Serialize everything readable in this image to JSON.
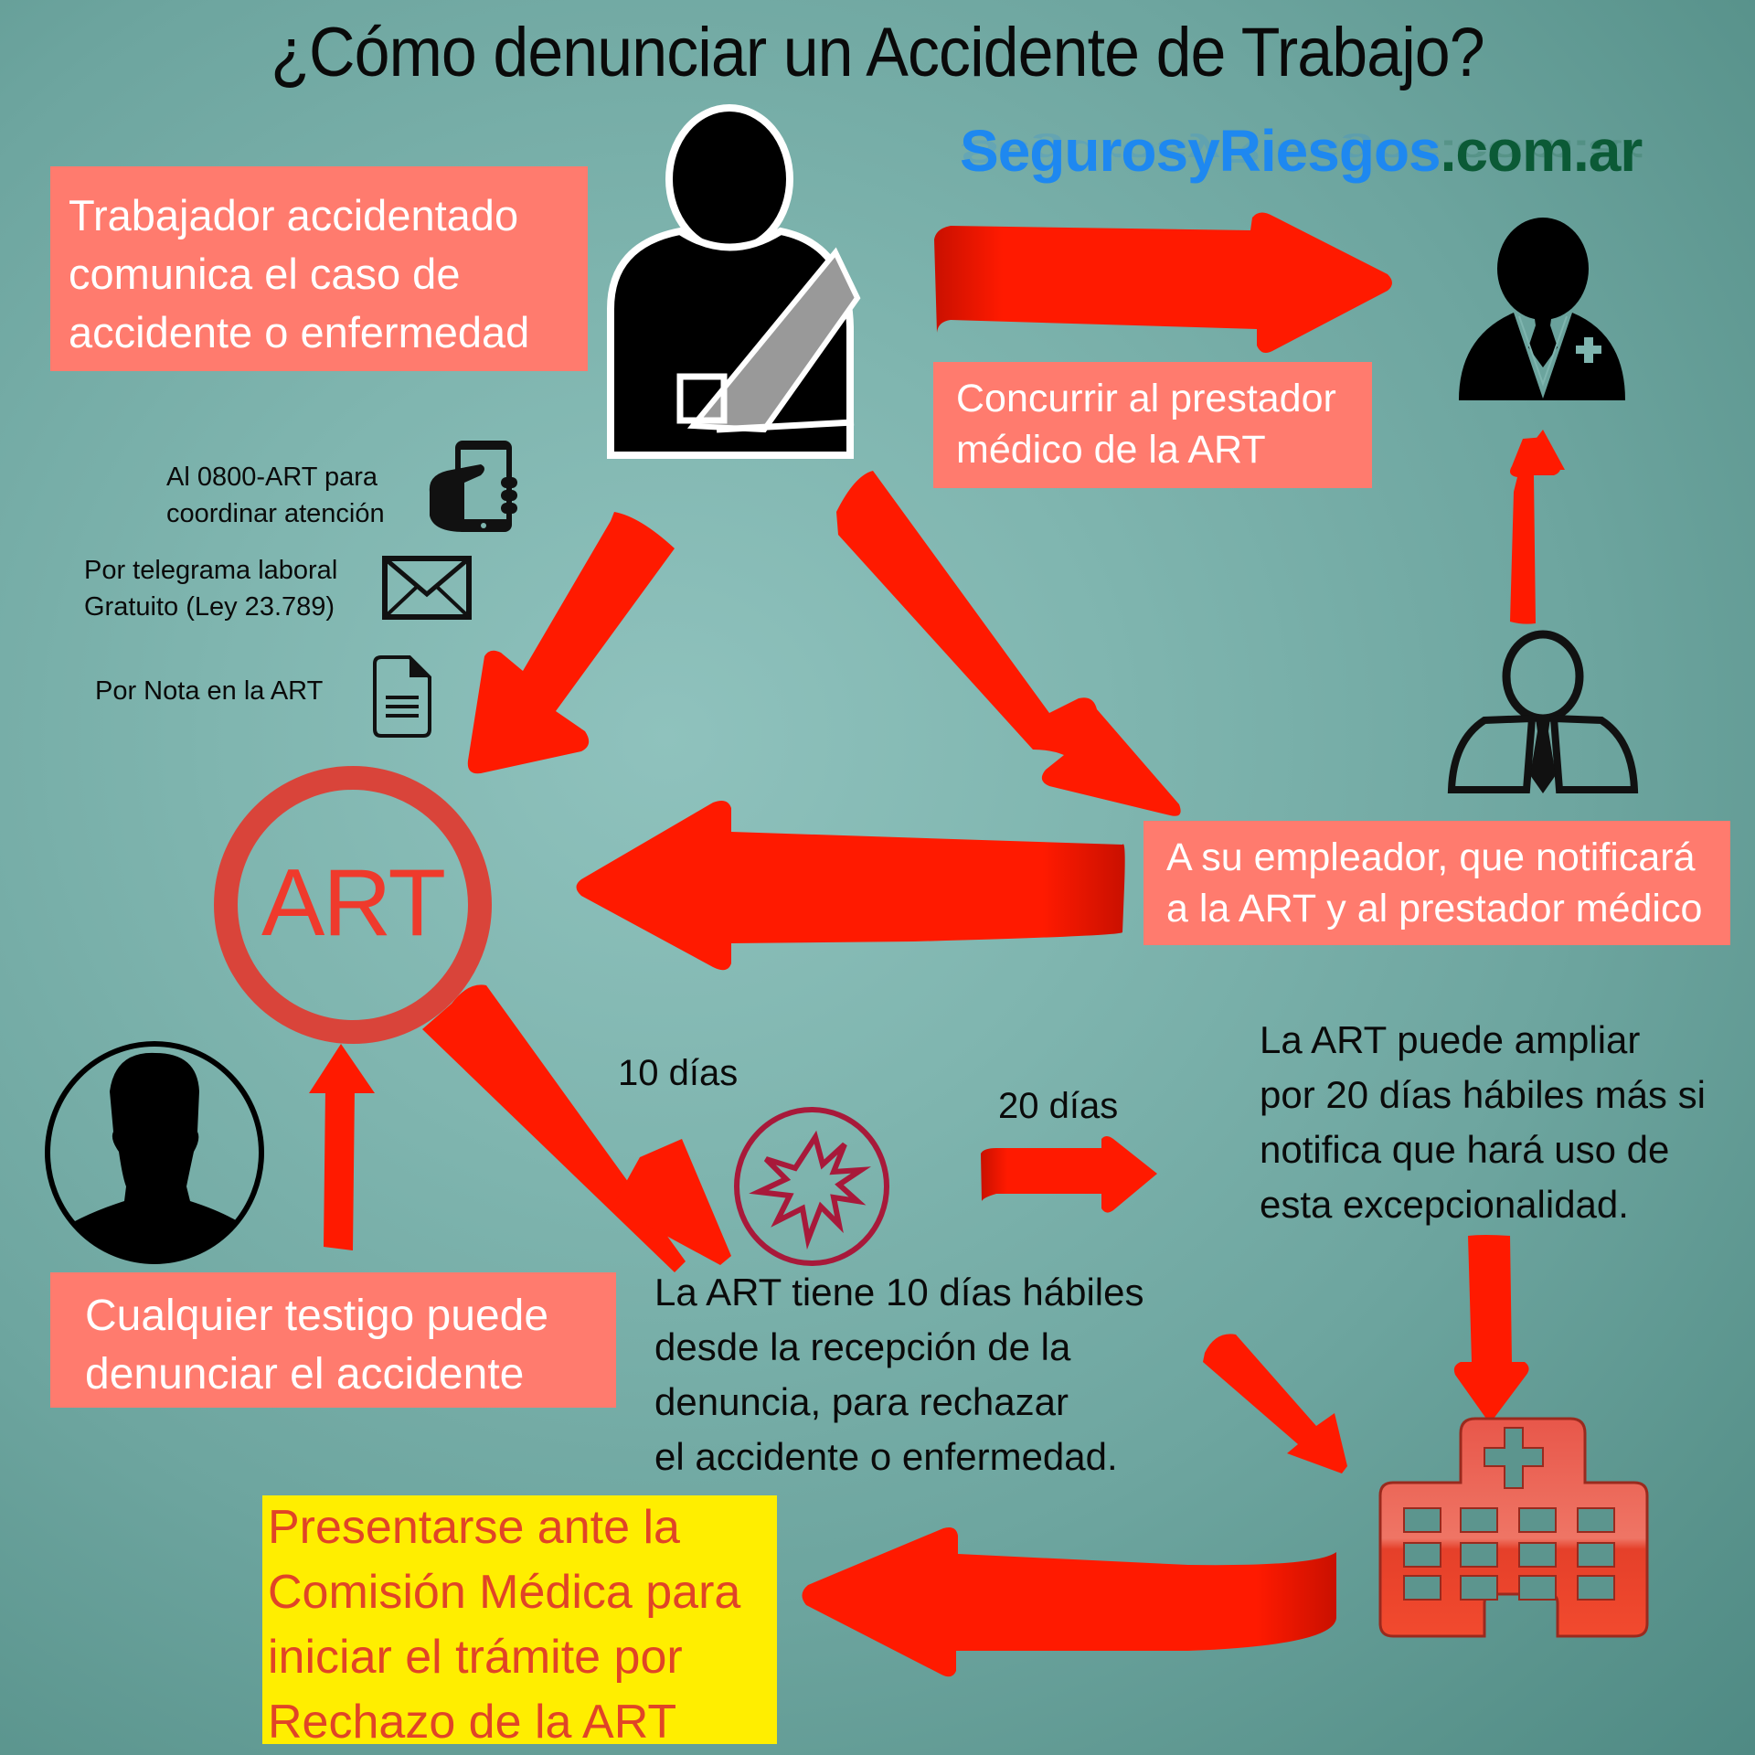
{
  "title": "¿Cómo denunciar un Accidente de Trabajo?",
  "brand": {
    "part1": "SegurosyRiesgos",
    "part2": ".com.ar",
    "color_blue": "#1e88f0",
    "color_green": "#0b5a36"
  },
  "colors": {
    "background": "#7fb5af",
    "pink_box": "#ff7b6e",
    "arrow_red": "#ff1a00",
    "art_ring": "#d9443a",
    "yellow_box": "#ffee00",
    "yellow_text": "#e04427",
    "maroon_icon": "#a8193a"
  },
  "worker_box": {
    "lines": [
      "Trabajador accidentado",
      "comunica el caso de",
      "accidente o enfermedad"
    ]
  },
  "channels": [
    {
      "lines": [
        "Al 0800-ART para",
        "coordinar atención"
      ],
      "icon": "phone-in-hand-icon"
    },
    {
      "lines": [
        "Por telegrama laboral",
        "Gratuito (Ley 23.789)"
      ],
      "icon": "envelope-icon"
    },
    {
      "lines": [
        "Por Nota en la ART"
      ],
      "icon": "document-icon"
    }
  ],
  "medical_provider_box": {
    "lines": [
      "Concurrir al prestador",
      "médico de la ART"
    ]
  },
  "employer_box": {
    "lines": [
      "A su empleador, que notificará",
      "a la ART y al prestador médico"
    ]
  },
  "art_logo": {
    "label": "ART"
  },
  "days_10": "10 días",
  "days_20": "20 días",
  "witness_box": {
    "lines": [
      "Cualquier testigo puede",
      "denunciar el accidente"
    ]
  },
  "art_10_days_text": {
    "lines": [
      "La ART tiene 10 días hábiles",
      "desde la recepción de la",
      "denuncia, para rechazar",
      "el accidente o enfermedad."
    ]
  },
  "art_extend_text": {
    "lines": [
      "La ART puede ampliar",
      "por 20 días hábiles más si",
      "notifica que hará uso de",
      "esta excepcionalidad."
    ]
  },
  "commission_box": {
    "lines": [
      "Presentarse ante la",
      "Comisión Médica para",
      "iniciar el trámite por",
      "Rechazo de la ART"
    ]
  },
  "icons": [
    "injured-worker-icon",
    "doctor-icon",
    "employer-icon",
    "witness-avatar-icon",
    "accident-burst-icon",
    "hospital-icon"
  ]
}
